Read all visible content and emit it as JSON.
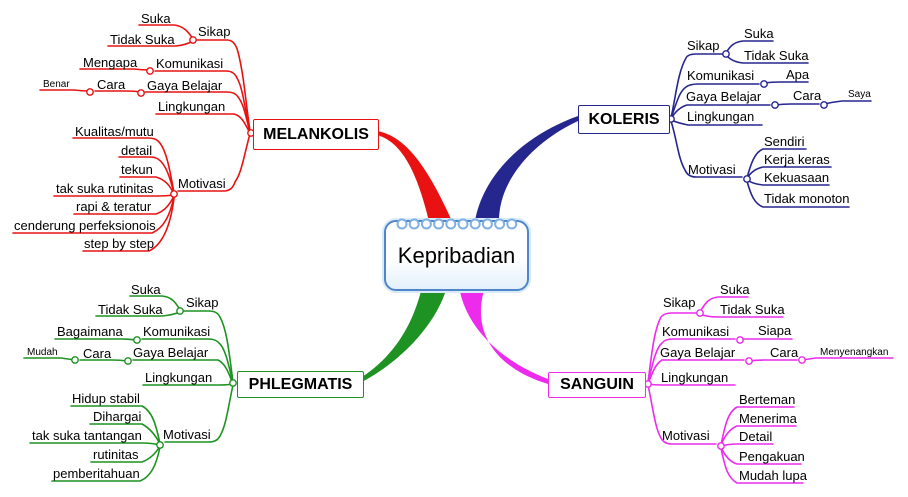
{
  "title": "Kepribadian",
  "colors": {
    "melankolis": "#e81212",
    "koleris": "#26268f",
    "phlegmatis": "#1e9222",
    "sanguin": "#ec2bec",
    "node_border": "#4e86c8"
  },
  "branches": {
    "melankolis": {
      "name": "MELANKOLIS",
      "sikap": "Sikap",
      "suka": "Suka",
      "tidak_suka": "Tidak Suka",
      "komunikasi": "Komunikasi",
      "komunikasi_q": "Mengapa",
      "gaya_belajar": "Gaya Belajar",
      "cara": "Cara",
      "cara_leaf": "Benar",
      "lingkungan": "Lingkungan",
      "motivasi": "Motivasi",
      "motivasi_items": [
        "Kualitas/mutu",
        "detail",
        "tekun",
        "tak suka rutinitas",
        "rapi & teratur",
        "cenderung perfeksionois",
        "step by step"
      ]
    },
    "koleris": {
      "name": "KOLERIS",
      "sikap": "Sikap",
      "suka": "Suka",
      "tidak_suka": "Tidak Suka",
      "komunikasi": "Komunikasi",
      "komunikasi_q": "Apa",
      "gaya_belajar": "Gaya Belajar",
      "cara": "Cara",
      "cara_leaf": "Saya",
      "lingkungan": "Lingkungan",
      "motivasi": "Motivasi",
      "motivasi_items": [
        "Sendiri",
        "Kerja keras",
        "Kekuasaan",
        "Tidak monoton"
      ]
    },
    "phlegmatis": {
      "name": "PHLEGMATIS",
      "sikap": "Sikap",
      "suka": "Suka",
      "tidak_suka": "Tidak Suka",
      "komunikasi": "Komunikasi",
      "komunikasi_q": "Bagaimana",
      "gaya_belajar": "Gaya Belajar",
      "cara": "Cara",
      "cara_leaf": "Mudah",
      "lingkungan": "Lingkungan",
      "motivasi": "Motivasi",
      "motivasi_items": [
        "Hidup stabil",
        "Dihargai",
        "tak suka tantangan",
        "rutinitas",
        "pemberitahuan"
      ]
    },
    "sanguin": {
      "name": "SANGUIN",
      "sikap": "Sikap",
      "suka": "Suka",
      "tidak_suka": "Tidak Suka",
      "komunikasi": "Komunikasi",
      "komunikasi_q": "Siapa",
      "gaya_belajar": "Gaya Belajar",
      "cara": "Cara",
      "cara_leaf": "Menyenangkan",
      "lingkungan": "Lingkungan",
      "motivasi": "Motivasi",
      "motivasi_items": [
        "Berteman",
        "Menerima",
        "Detail",
        "Pengakuan",
        "Mudah lupa"
      ]
    }
  }
}
